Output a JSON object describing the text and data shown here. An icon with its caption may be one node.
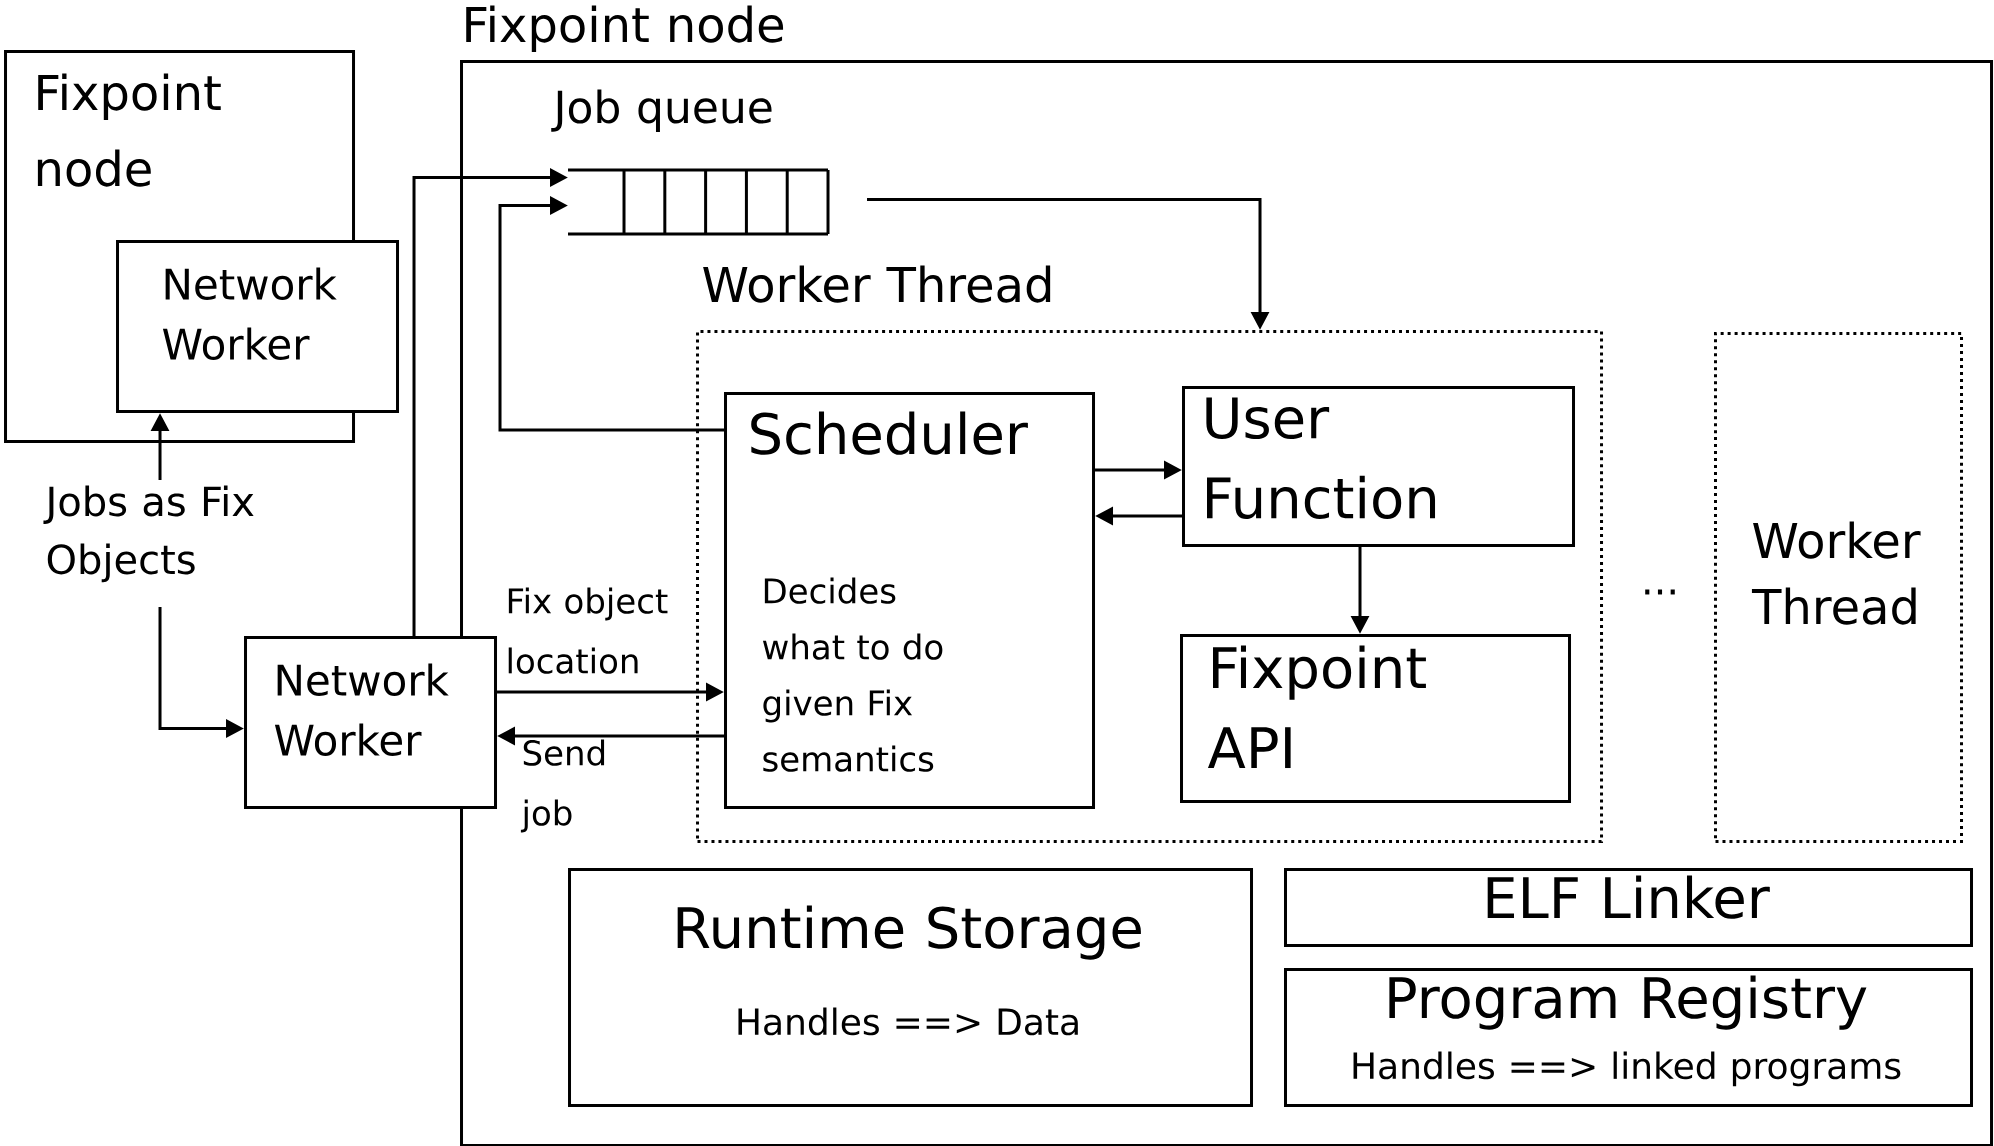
{
  "diagram": {
    "nodes": [
      {
        "text": [
          "Fixpoint node"
        ]
      },
      {
        "text": [
          "Network Worker"
        ]
      },
      {
        "text": [
          "Fixpoint node"
        ]
      },
      {
        "text": [
          "Job queue"
        ],
        "in": 2
      },
      {
        "text": [
          "Network Worker"
        ]
      },
      {
        "text": [
          "Worker Thread"
        ],
        "in": 2
      },
      {
        "text": [
          "Scheduler",
          "Decides what to do given Fix semantics"
        ],
        "in": 5
      },
      {
        "text": [
          "User Function"
        ],
        "in": 5
      },
      {
        "text": [
          "Fixpoint API"
        ],
        "in": 5
      },
      {
        "text": [
          "Worker Thread"
        ],
        "in": 2
      },
      {
        "text": [
          "Runtime Storage",
          "Handles ==> Data"
        ],
        "in": 2
      },
      {
        "text": [
          "ELF Linker"
        ],
        "in": 2
      },
      {
        "text": [
          "Program Registry",
          "Handles ==> linked programs"
        ],
        "in": 2
      },
      {
        "text": [
          "Jobs as Fix Objects"
        ]
      }
    ],
    "edges": [
      {
        "from": 13,
        "to": 1,
        "arrow": "to"
      },
      {
        "from": 13,
        "to": 4,
        "arrow": "to"
      },
      {
        "from": 4,
        "to": 3,
        "arrow": "to"
      },
      {
        "from": 6,
        "to": 3,
        "arrow": "to"
      },
      {
        "from": 3,
        "to": 5,
        "arrow": "to"
      },
      {
        "from": 6,
        "to": 7,
        "arrow": "to"
      },
      {
        "from": 7,
        "to": 6,
        "arrow": "to"
      },
      {
        "from": 7,
        "to": 8,
        "arrow": "to"
      },
      {
        "from": 4,
        "to": 6,
        "arrow": "to",
        "label": "Fix object location"
      },
      {
        "from": 6,
        "to": 4,
        "arrow": "to",
        "label": "Send job"
      }
    ],
    "labels": [
      "..."
    ]
  }
}
